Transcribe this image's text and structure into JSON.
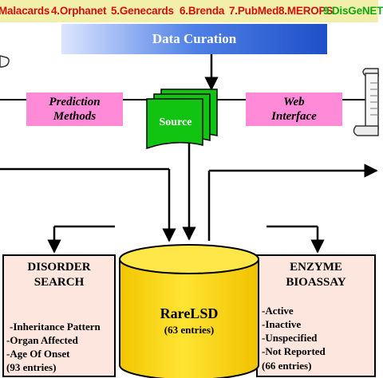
{
  "sources": {
    "items": [
      {
        "label": "Malacards",
        "color": "#d01010"
      },
      {
        "label": "4.Orphanet",
        "color": "#d01010"
      },
      {
        "label": "5.Genecards",
        "color": "#d01010"
      },
      {
        "label": "6.Brenda",
        "color": "#d01010"
      },
      {
        "label": "7.PubMed",
        "color": "#d01010"
      },
      {
        "label": "8.MEROPS",
        "color": "#d01010"
      },
      {
        "label": "9.DisGeNET",
        "color": "#13a713"
      }
    ]
  },
  "curation": {
    "label": "Data Curation"
  },
  "prediction": {
    "line1": "Prediction",
    "line2": "Methods"
  },
  "source_node": {
    "label": "Source"
  },
  "web": {
    "line1": "Web",
    "line2": "Interface"
  },
  "database": {
    "name": "RareLSD",
    "entries": "(63 entries)"
  },
  "disorder": {
    "title_line1": "DISORDER",
    "title_line2": "SEARCH",
    "items": [
      "-Inheritance Pattern",
      "-Organ Affected",
      "-Age Of Onset",
      "(93 entries)"
    ]
  },
  "enzyme": {
    "title_line1": "ENZYME",
    "title_line2": "BIOASSAY",
    "items": [
      "-Active",
      "-Inactive",
      "-Unspecified",
      "-Not Reported",
      "(66 entries)"
    ]
  },
  "colors": {
    "pink_box": "#ff8ad8",
    "green_doc": "#12c412",
    "yellow_db": "#ffe033",
    "blue_bar": "#2a64d6"
  }
}
